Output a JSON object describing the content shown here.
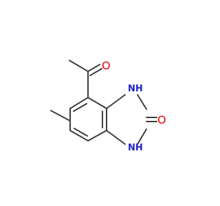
{
  "molecule": {
    "atoms": {
      "o_acetyl": "O",
      "o_carbonyl": "O",
      "nh_top": "NH",
      "nh_bottom": "NH"
    },
    "colors": {
      "bond": "#3c3c3c",
      "oxygen": "#e8000b",
      "nitrogen": "#2222cc",
      "background": "#ffffff"
    }
  }
}
